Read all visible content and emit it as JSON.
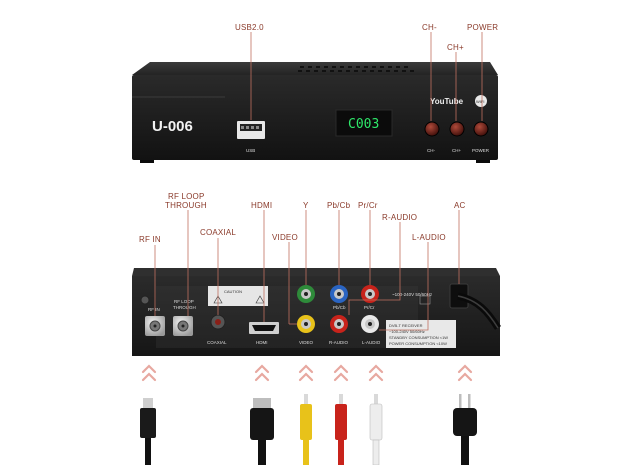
{
  "colors": {
    "callout": "#8a3a2a",
    "leader": "#c07060",
    "device_body": "#1c1c1c",
    "led_display": "#2ee86a",
    "rca_yellow": "#e8c21a",
    "rca_red": "#c8231b",
    "rca_white": "#e9e9e9",
    "rca_green": "#2e8b3a",
    "rca_blue": "#2a64c2",
    "arrow_chevron": "#e7a8a0"
  },
  "front": {
    "callouts": {
      "usb": "USB2.0",
      "ch_minus": "CH-",
      "ch_plus": "CH+",
      "power": "POWER"
    },
    "model_name": "U-006",
    "display_text": "C003",
    "usb_port_label": "USB",
    "youtube_label": "YouTube",
    "wifi_label": "WIFI",
    "button_labels": {
      "ch_minus": "CH-",
      "ch_plus": "CH+",
      "power": "POWER"
    }
  },
  "rear": {
    "callouts": {
      "rf_in": "RF IN",
      "rf_loop_line1": "RF LOOP",
      "rf_loop_line2": "THROUGH",
      "coaxial": "COAXIAL",
      "hdmi": "HDMI",
      "y": "Y",
      "pb_cb": "Pb/Cb",
      "pr_cr": "Pr/Cr",
      "r_audio": "R-AUDIO",
      "l_audio": "L-AUDIO",
      "video": "VIDEO",
      "ac": "AC"
    },
    "panel_labels": {
      "rf_in": "RF IN",
      "rf_loop_line1": "RF LOOP",
      "rf_loop_line2": "THROUGH",
      "coaxial": "COAXIAL",
      "hdmi": "HDMI",
      "video": "VIDEO",
      "r_audio": "R-AUDIO",
      "l_audio": "L-AUDIO",
      "caution": "CAUTION",
      "pb": "Pb/Cb",
      "pr": "Pr/Cr",
      "power_rating": "~100-240V 50/60Hz",
      "spec_line1": "DVB-T RECEIVER",
      "spec_line2": "~100-240V 50/60Hz",
      "spec_line3": "STANDBY CONSUMPTION <1W",
      "spec_line4": "POWER CONSUMPTION <10W"
    }
  }
}
